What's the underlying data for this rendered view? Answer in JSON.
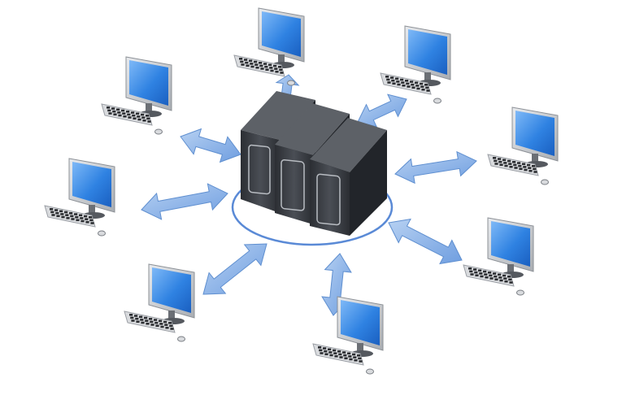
{
  "scene": {
    "subject": "server-network-illustration",
    "server_count": 3,
    "client_count": 8
  },
  "colors": {
    "background": "#ffffff",
    "arrow_fill": "#8fb4e6",
    "arrow_stroke": "#5f8fd0",
    "ring": "#5a8ad6",
    "screen": "#2a7be0",
    "screen_light": "#63a6f2",
    "bezel": "#cfd3d8",
    "bezel_dark": "#8c9096",
    "server_body": "#3a3d42",
    "server_side": "#2a2c30",
    "server_top": "#5a5d62",
    "keyboard": "#d9dbde",
    "keys": "#2b2d31"
  }
}
